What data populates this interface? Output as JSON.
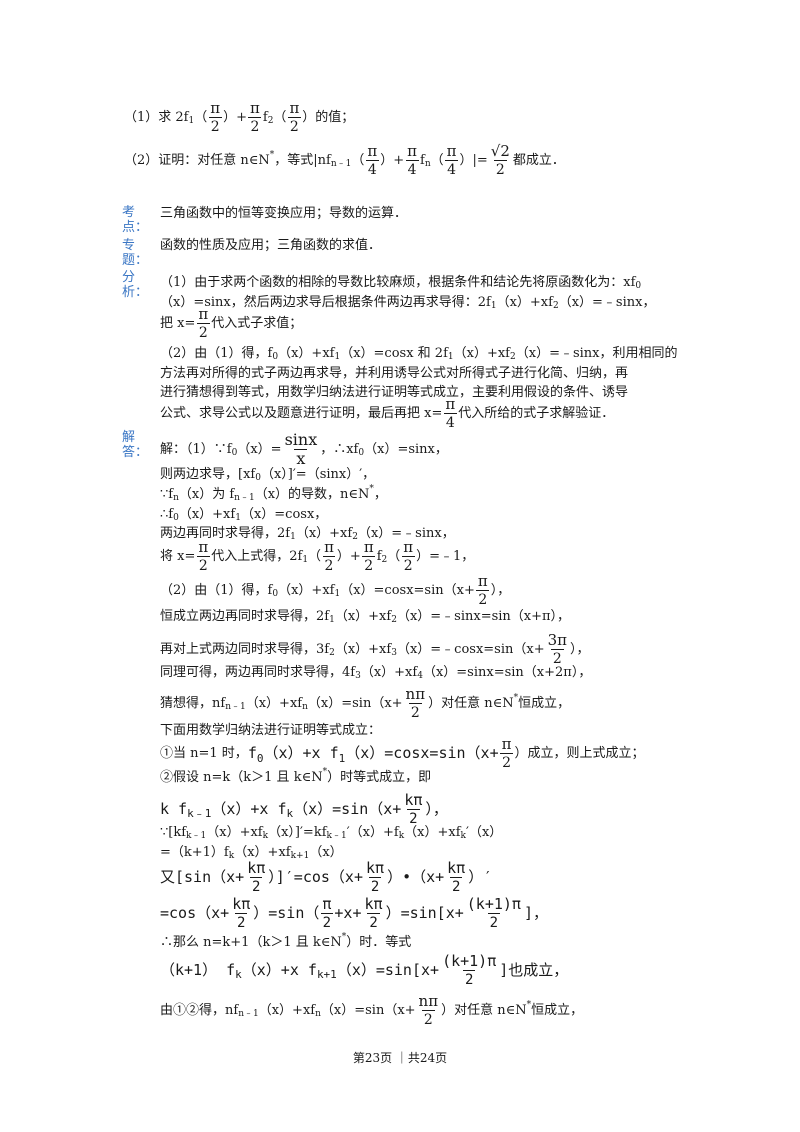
{
  "q": {
    "p1_text": "（1）求 2f",
    "p1_close": "）的值；",
    "p2_text": "（2）证明：对任意 n∈N",
    "p2_mid": "，等式|nf",
    "p2_end": "都成立．",
    "pi": "π",
    "two": "2",
    "four": "4",
    "sqrt2": "√2"
  },
  "labels": {
    "kaodian": "考点：",
    "zhuanti": "专题：",
    "fenxi": "分析：",
    "jieda": "解答："
  },
  "kaodian_text": "三角函数中的恒等变换应用；导数的运算．",
  "zhuanti_text": "函数的性质及应用；三角函数的求值．",
  "fenxi": {
    "l1": "（1）由于求两个函数的相除的导数比较麻烦，根据条件和结论先将原函数化为：xf",
    "l2": "（x）=sinx，然后两边求导后根据条件两边再求导得：2f",
    "l2b": "（x）+xf",
    "l2c": "（x）=﹣sinx，",
    "l3a": "把 x=",
    "l3b": "代入式子求值；",
    "l4": "（2）由（1）得，f",
    "l4b": "（x）+xf",
    "l4c": "（x）=cosx 和 2f",
    "l4d": "（x）+xf",
    "l4e": "（x）=﹣sinx，利用相同的",
    "l5": "方法再对所得的式子两边再求导，并利用诱导公式对所得式子进行化简、归纳，再",
    "l6": "进行猜想得到等式，用数学归纳法进行证明等式成立，主要利用假设的条件、诱导",
    "l7a": "公式、求导公式以及题意进行证明，最后再把 x=",
    "l7b": "代入所给的式子求解验证．"
  },
  "sol": {
    "s1a": "解：（1）∵f",
    "s1b": "（x）=",
    "s1num": "sinx",
    "s1den": "x",
    "s1c": "，∴xf",
    "s1d": "（x）=sinx，",
    "s2": "则两边求导，[xf",
    "s2b": "（x）]′=（sinx）′，",
    "s3": "∵f",
    "s3b": "（x）为 f",
    "s3c": "（x）的导数，n∈N",
    "s3d": "，",
    "s4": "∴f",
    "s4b": "（x）+xf",
    "s4c": "（x）=cosx，",
    "s5": "两边再同时求导得，2f",
    "s5b": "（x）+xf",
    "s5c": "（x）=﹣sinx，",
    "s6a": "将 x=",
    "s6b": "代入上式得，2f",
    "s6c": "）+",
    "s6d": "f",
    "s6e": "）=﹣1，",
    "s7": "（2）由（1）得，f",
    "s7b": "（x）+xf",
    "s7c": "（x）=cosx=sin（x+",
    "s7d": "），",
    "s8": "恒成立两边再同时求导得，2f",
    "s8b": "（x）+xf",
    "s8c": "（x）=﹣sinx=sin（x+π），",
    "s9": "再对上式两边同时求导得，3f",
    "s9b": "（x）+xf",
    "s9c": "（x）=﹣cosx=sin（x+",
    "s9num": "3π",
    "s9d": "），",
    "s10": "同理可得，两边再同时求导得，4f",
    "s10b": "（x）+xf",
    "s10c": "（x）=sinx=sin（x+2π），",
    "s11": "猜想得，nf",
    "s11b": "（x）+xf",
    "s11c": "（x）=sin（x+",
    "s11num": "nπ",
    "s11d": "）对任意 n∈N",
    "s11e": "恒成立，",
    "s12": "下面用数学归纳法进行证明等式成立：",
    "s13a": "①当 n=1 时，",
    "s13b": "f",
    "s13c": "（x）+x f",
    "s13d": "（x）=cosx=sin（x+",
    "s13e": "）成立，则上式成立；",
    "s14": "②假设 n=k（k＞1 且 k∈N",
    "s14b": "）时等式成立，即",
    "s15a": "k f",
    "s15b": "（x）+x f",
    "s15c": "（x）=sin（x+",
    "s15num": "kπ",
    "s15d": "），",
    "s16": "∵[kf",
    "s16b": "（x）+xf",
    "s16c": "（x）]′=kf",
    "s16d": "′（x）+f",
    "s16e": "（x）+xf",
    "s16f": "′（x）",
    "s17": "=（k+1）f",
    "s17b": "（x）+xf",
    "s17c": "（x）",
    "s18a": "又[sin（x+",
    "s18b": "）]′=cos（x+",
    "s18c": "）•（x+",
    "s18d": "）′",
    "s19a": "=cos（x+",
    "s19b": "）=sin（",
    "s19c": "+x+",
    "s19d": "）=sin[x+",
    "s19num": "(k+1)π",
    "s19e": "]，",
    "s20": "∴那么 n=k+1（k＞1 且 k∈N",
    "s20b": "）时．等式",
    "s21a": "（k+1） f",
    "s21b": "（x）+x f",
    "s21c": "（x）=sin[x+",
    "s21d": "]也成立，",
    "s22": "由①②得，nf",
    "s22b": "（x）+xf",
    "s22c": "（x）=sin（x+",
    "s22d": "）对任意 n∈N",
    "s22e": "恒成立，"
  },
  "subs": {
    "zero": "0",
    "one": "1",
    "two": "2",
    "three": "3",
    "four": "4",
    "n": "n",
    "nm1": "n﹣1",
    "k": "k",
    "km1": "k﹣1",
    "kp1": "k+1",
    "star": "*"
  },
  "footer": "第23页 ｜共24页"
}
